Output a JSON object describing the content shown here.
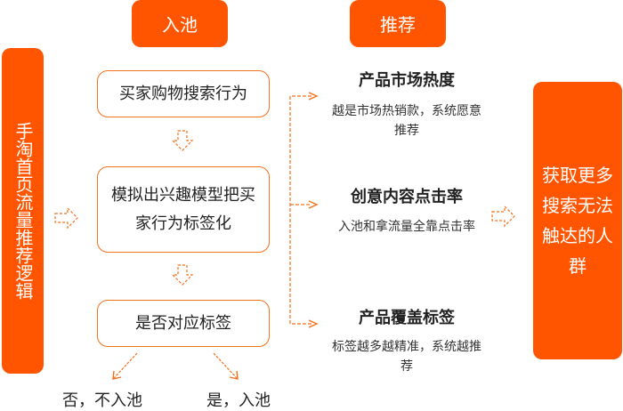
{
  "headers": {
    "pool": "入池",
    "recommend": "推荐"
  },
  "left_panel": {
    "title": "手淘首页流量推荐逻辑"
  },
  "flow": {
    "steps": [
      {
        "label": "买家购物搜索行为"
      },
      {
        "label": "模拟出兴趣模型把买家行为标签化"
      },
      {
        "label": "是否对应标签"
      }
    ],
    "outcomes": {
      "no": "否，不入池",
      "yes": "是，入池"
    }
  },
  "factors": [
    {
      "title": "产品市场热度",
      "desc": "越是市场热销款，系统愿意推荐"
    },
    {
      "title": "创意内容点击率",
      "desc": "入池和拿流量全靠点击率"
    },
    {
      "title": "产品覆盖标签",
      "desc": "标签越多越精准，系统越推荐"
    }
  ],
  "right_panel": {
    "title": "获取更多搜索无法触达的人群"
  },
  "colors": {
    "accent": "#ff5500",
    "border": "#f2701e",
    "text": "#222222"
  }
}
